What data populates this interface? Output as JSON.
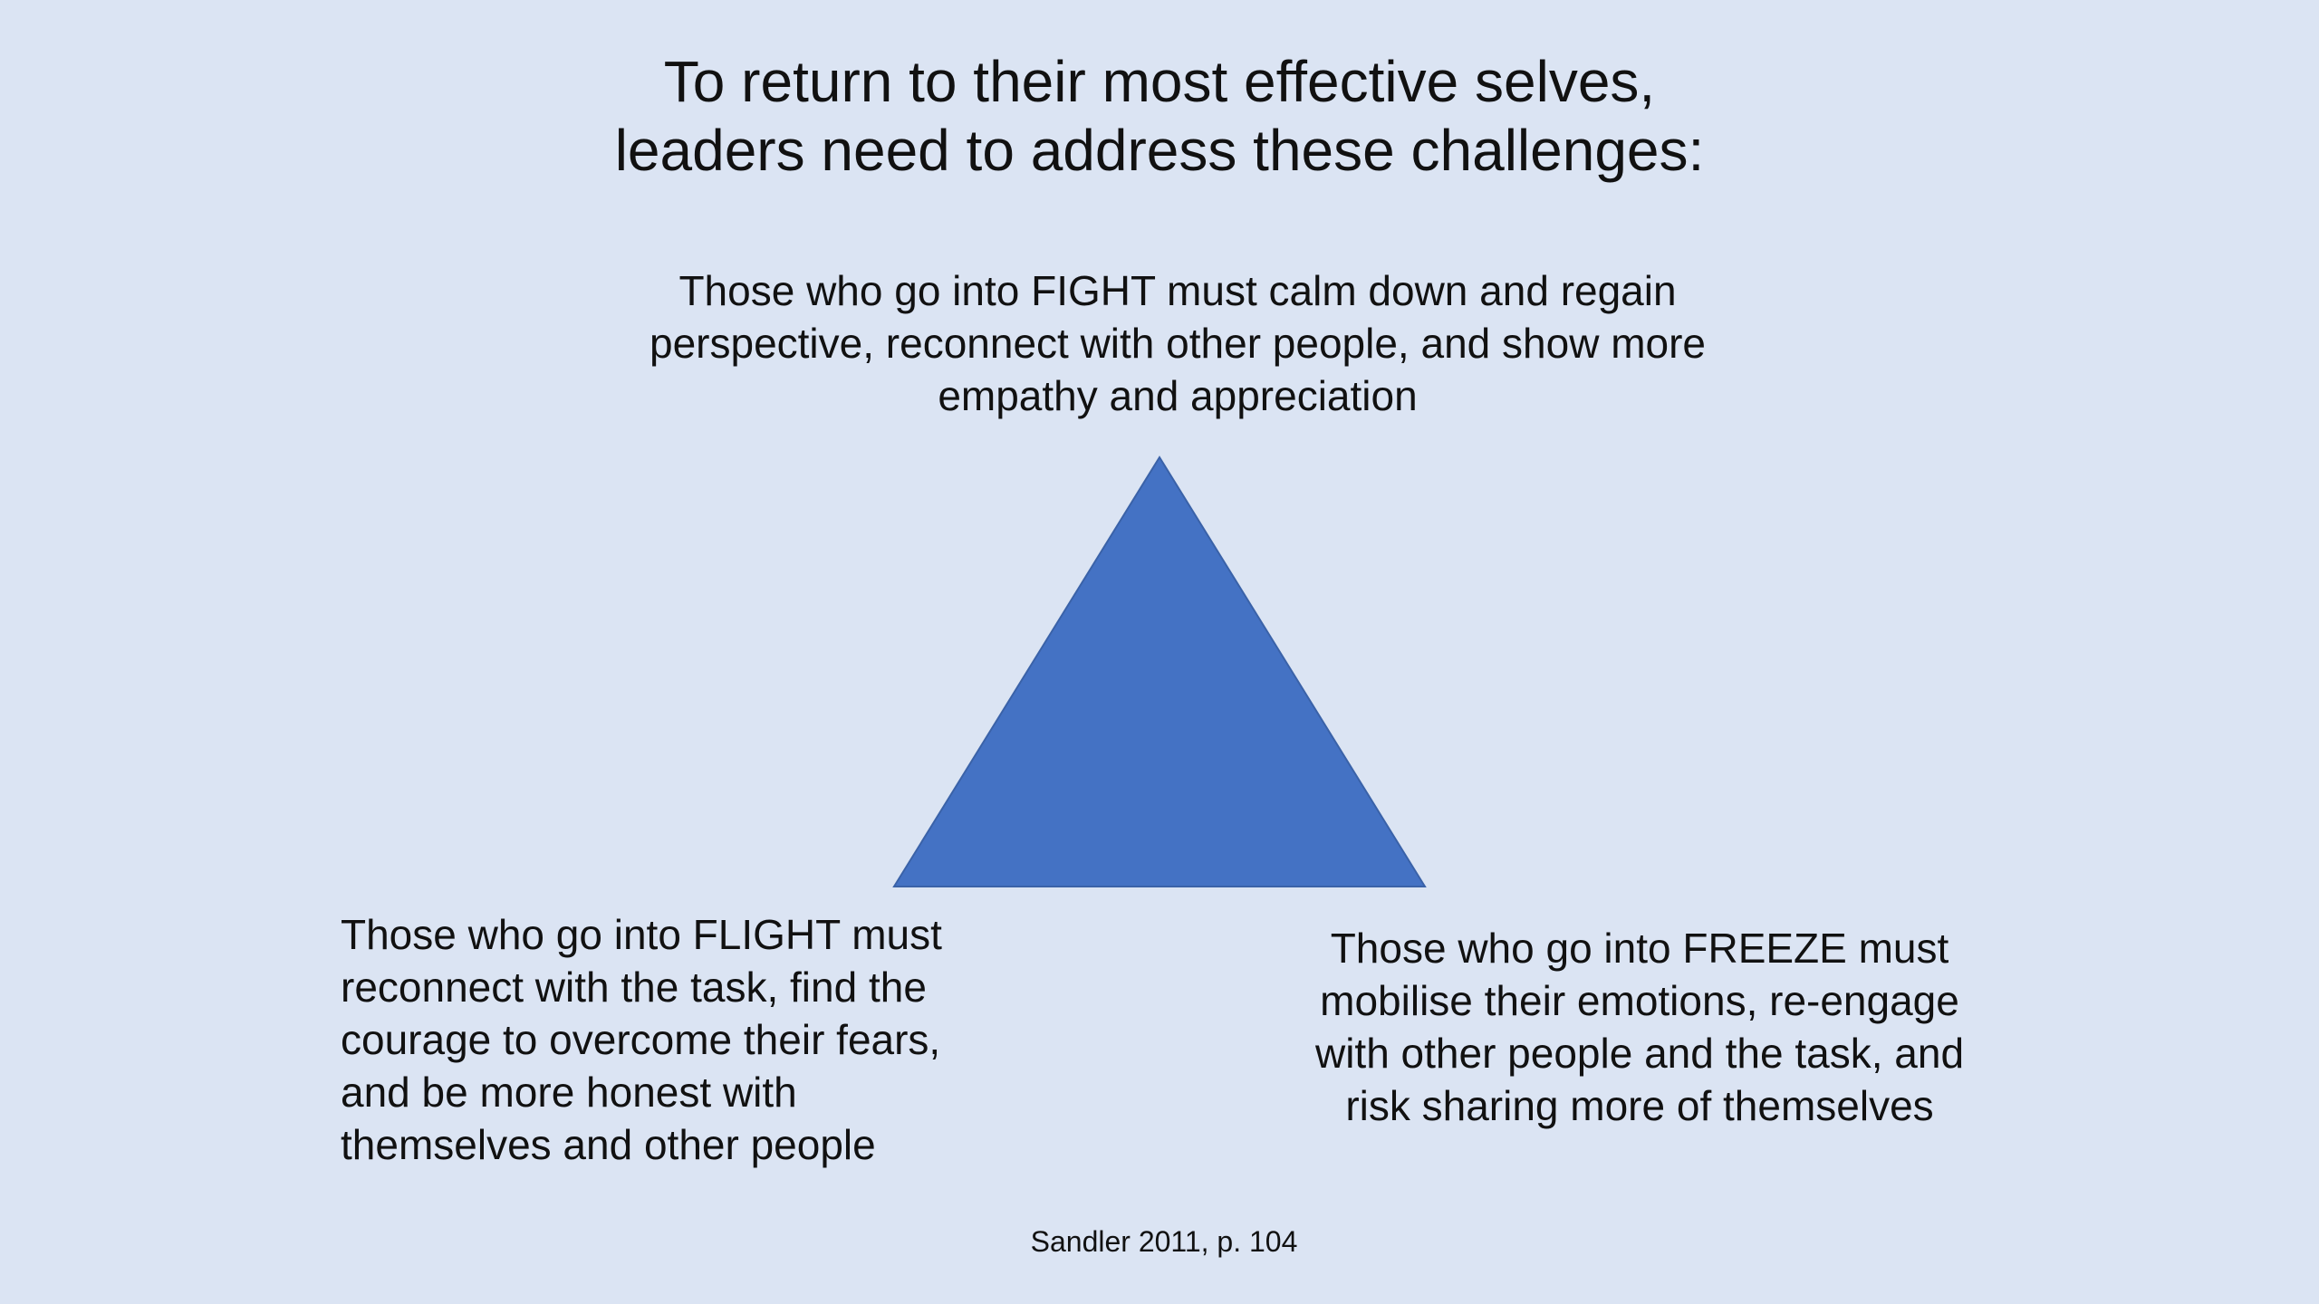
{
  "title": {
    "line1": "To return to their most effective selves,",
    "line2": "leaders need to address these challenges:"
  },
  "top_text": {
    "line1": "Those who go into FIGHT must calm down and regain",
    "line2": "perspective, reconnect with other people, and show more",
    "line3": "empathy and appreciation"
  },
  "left_text": {
    "line1": "Those who go into FLIGHT must",
    "line2": "reconnect with the task, find the",
    "line3": "courage to overcome their fears,",
    "line4": "and be more honest with",
    "line5": "themselves and other people"
  },
  "right_text": {
    "line1": "Those who go into FREEZE must",
    "line2": "mobilise their emotions, re-engage",
    "line3": "with other people and the task, and",
    "line4": "risk sharing more of themselves"
  },
  "citation": "Sandler 2011, p. 104",
  "colors": {
    "background": "#dbe4f3",
    "triangle_fill": "#4472c4",
    "triangle_stroke": "#3a62a8",
    "text": "#111111"
  }
}
